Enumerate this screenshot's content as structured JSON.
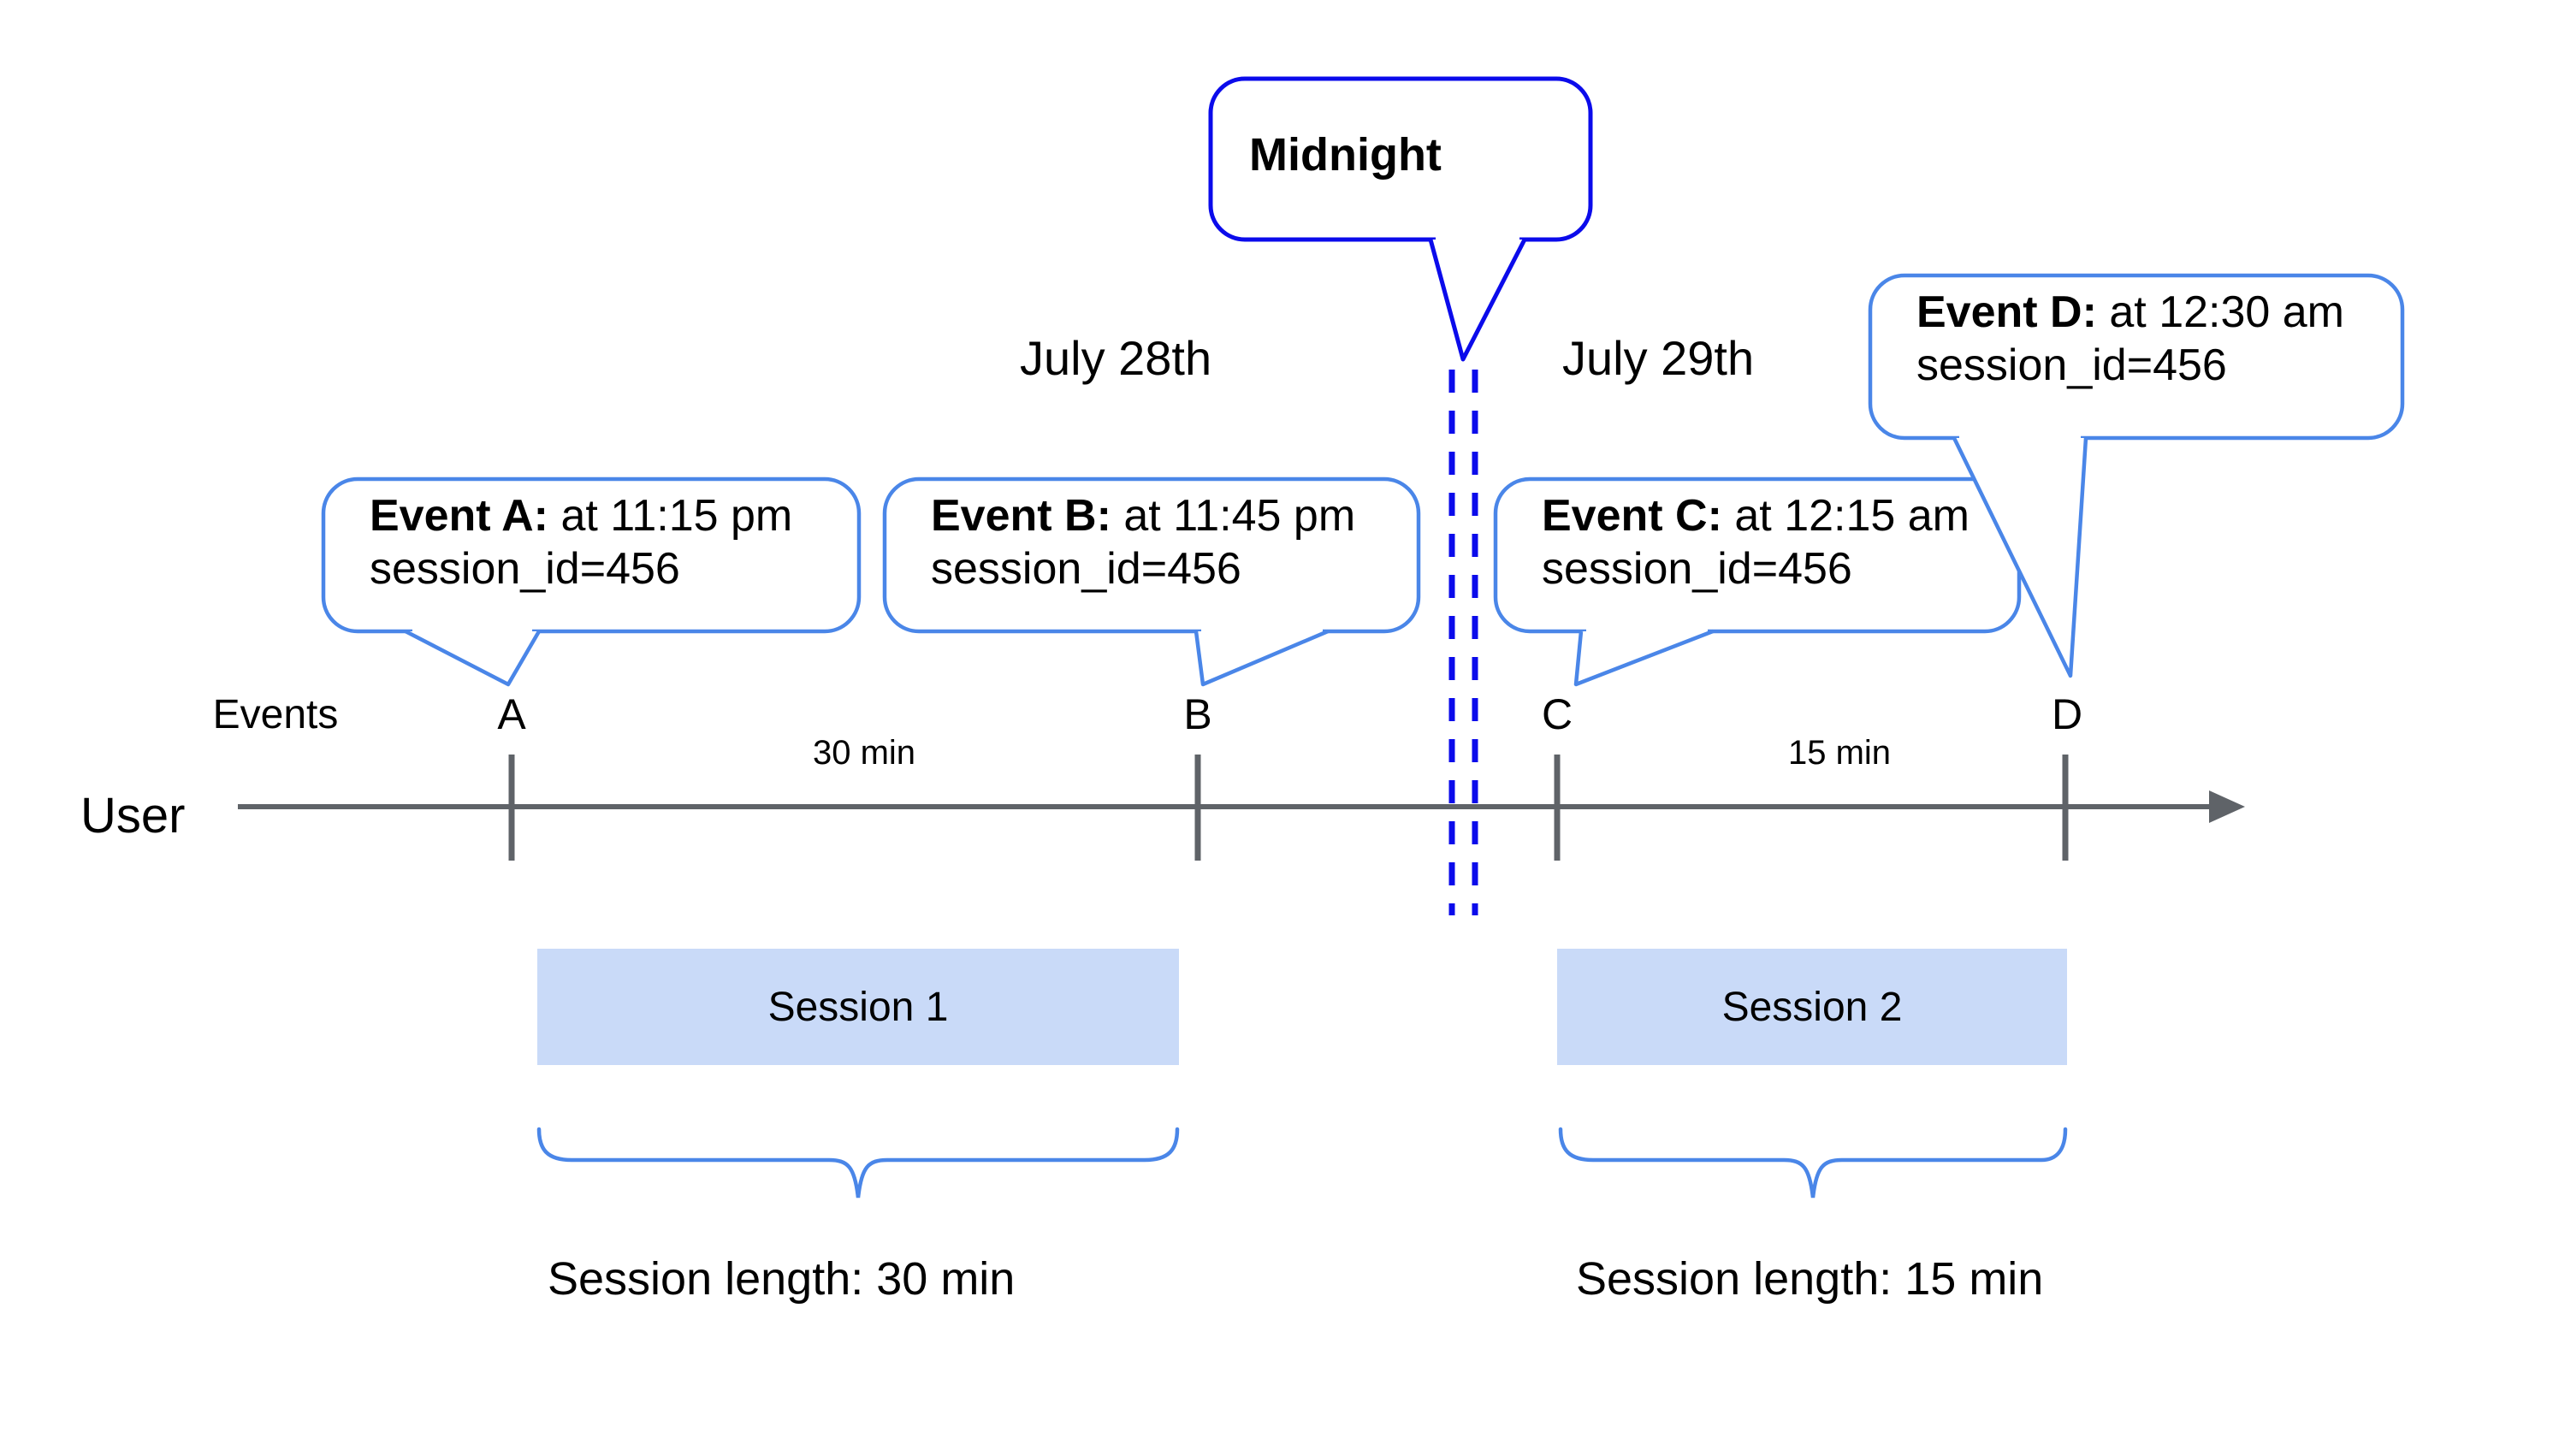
{
  "dates": {
    "before_midnight": "July 28th",
    "after_midnight": "July 29th"
  },
  "midnight": {
    "label": "Midnight"
  },
  "axis": {
    "events_label": "Events",
    "user_label": "User"
  },
  "ticks": [
    {
      "letter": "A"
    },
    {
      "letter": "B"
    },
    {
      "letter": "C"
    },
    {
      "letter": "D"
    }
  ],
  "callouts": [
    {
      "title": "Event A:",
      "time": "at 11:15 pm",
      "session": "session_id=456"
    },
    {
      "title": "Event B:",
      "time": "at 11:45 pm",
      "session": "session_id=456"
    },
    {
      "title": "Event C:",
      "time": "at 12:15 am",
      "session": "session_id=456"
    },
    {
      "title": "Event D:",
      "time": "at 12:30 am",
      "session": "session_id=456"
    }
  ],
  "gaps": [
    {
      "label": "30 min"
    },
    {
      "label": "15 min"
    }
  ],
  "sessions": [
    {
      "name": "Session 1",
      "length": "Session length: 30 min"
    },
    {
      "name": "Session 2",
      "length": "Session length: 15 min"
    }
  ],
  "colors": {
    "callout_blue": "#4a86e8",
    "midnight_blue": "#0b0beb",
    "session_fill": "#c9daf8",
    "axis_gray": "#5f6368"
  }
}
